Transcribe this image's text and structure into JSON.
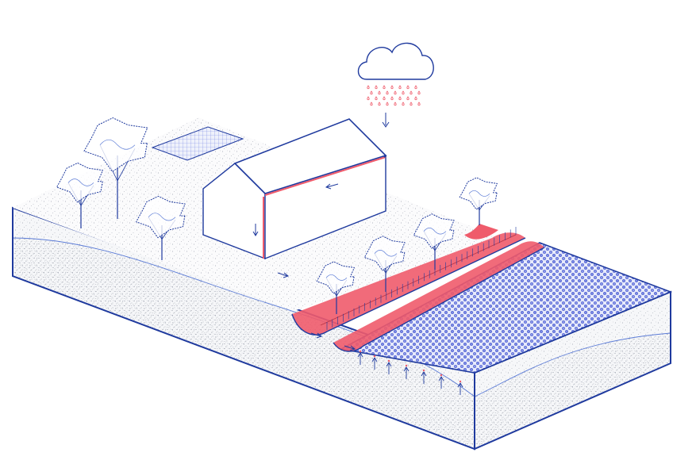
{
  "diagram": {
    "type": "isometric-block-diagram",
    "text_labels": [],
    "colors": {
      "line": "#1f3a9e",
      "line_light": "#5b7bd6",
      "water": "#ef5b6b",
      "water_light": "#f7a3ad",
      "crop": "#6f7fe0",
      "soil_dots": "#9aa0ad",
      "background": "#ffffff"
    },
    "elements": {
      "cloud": "rain-cloud-icon",
      "arrows": "flow-arrow-icon",
      "house": "house-icon",
      "solar_panel": "solar-panel-icon",
      "trees": "tree-icon",
      "swales": "swale-ditch",
      "field": "crop-field"
    }
  }
}
